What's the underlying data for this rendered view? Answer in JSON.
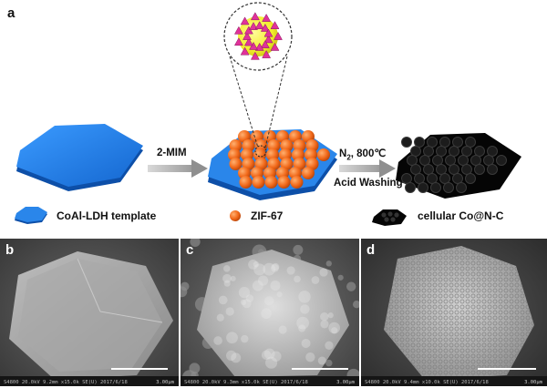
{
  "panels": {
    "a": "a",
    "b": "b",
    "c": "c",
    "d": "d"
  },
  "arrows": {
    "first": "2-MIM",
    "second_top_main": "N",
    "second_top_sub": "2",
    "second_top_temp": ", 800℃",
    "second_bottom": "Acid Washing"
  },
  "legend": {
    "template": "CoAl-LDH template",
    "zif": "ZIF-67",
    "cellular": "cellular Co@N-C"
  },
  "sem": [
    {
      "info": "S4800 20.0kV 9.2mm x15.0k SE(U) 2017/6/18",
      "scale": "3.00μm"
    },
    {
      "info": "S4800 20.0kV 9.3mm x15.0k SE(U) 2017/6/18",
      "scale": "3.00μm"
    },
    {
      "info": "S4800 20.0kV 9.4mm x10.0k SE(U) 2017/6/18",
      "scale": "3.00μm"
    }
  ],
  "colors": {
    "ldh_blue": "#1f7fe6",
    "zif_orange": "#f26a1b",
    "cellular_black": "#151515",
    "sphere_yellow": "#f2ee2a",
    "tetra_magenta": "#e0329a"
  }
}
